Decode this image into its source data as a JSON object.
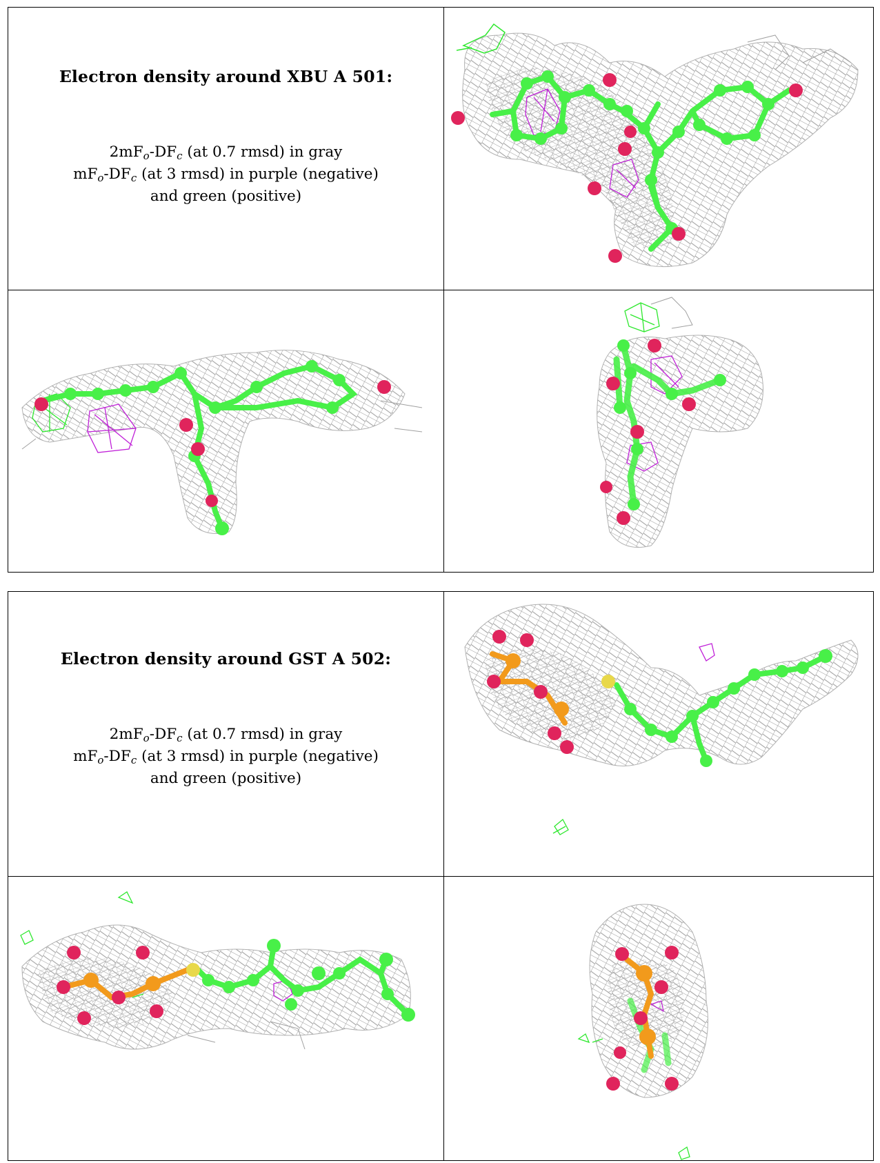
{
  "panels": [
    {
      "title": "Electron density around XBU A 501:",
      "legend": {
        "line1_prefix": "2mF",
        "line1_sub1": "o",
        "line1_mid": "-DF",
        "line1_sub2": "c",
        "line1_suffix": " (at 0.7 rmsd) in gray",
        "line2_prefix": "mF",
        "line2_sub1": "o",
        "line2_mid": "-DF",
        "line2_sub2": "c",
        "line2_suffix": " (at 3 rmsd) in purple (negative)",
        "line3": "and green (positive)"
      },
      "views": [
        "ligand-density-view-top",
        "ligand-density-view-side",
        "ligand-density-view-end"
      ]
    },
    {
      "title": "Electron density around GST A 502:",
      "legend": {
        "line1_prefix": "2mF",
        "line1_sub1": "o",
        "line1_mid": "-DF",
        "line1_sub2": "c",
        "line1_suffix": " (at 0.7 rmsd) in gray",
        "line2_prefix": "mF",
        "line2_sub1": "o",
        "line2_mid": "-DF",
        "line2_sub2": "c",
        "line2_suffix": " (at 3 rmsd) in purple (negative)",
        "line3": "and green (positive)"
      },
      "views": [
        "ligand-density-view-top",
        "ligand-density-view-side",
        "ligand-density-view-end"
      ]
    }
  ],
  "colors": {
    "mesh_gray": "#9a9a9a",
    "carbon_green": "#48f048",
    "oxygen_red": "#e0245c",
    "phosphorus_orange": "#f29a1c",
    "sulfur_yellow": "#e8d84a",
    "negative_purple": "#c020d8",
    "positive_green": "#2ee82e"
  }
}
